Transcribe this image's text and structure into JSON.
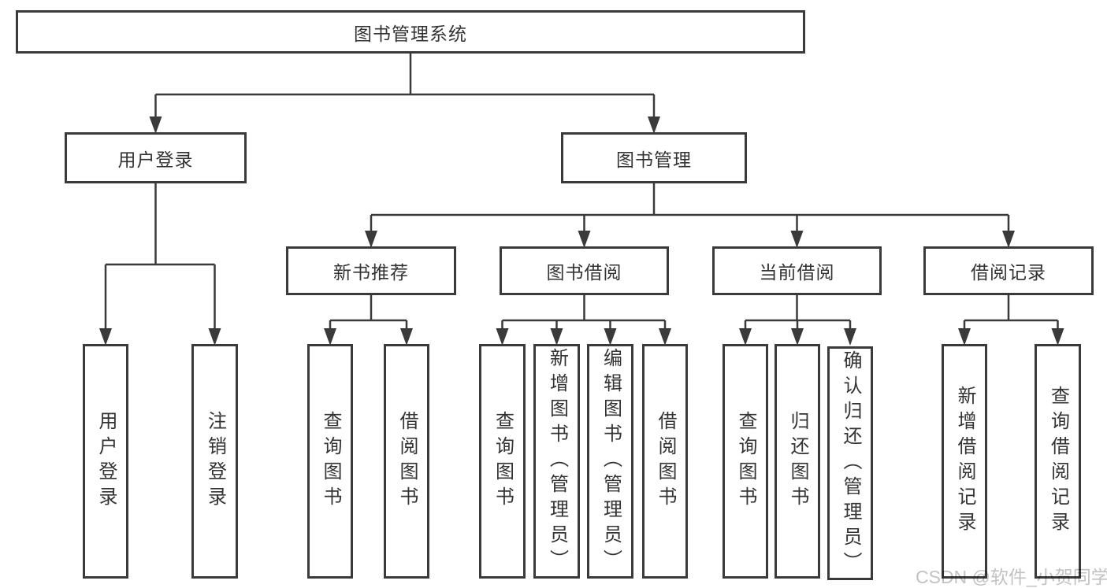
{
  "tree": {
    "root": {
      "label": "图书管理系统"
    },
    "branches": [
      {
        "label": "用户登录",
        "children": [
          {
            "label": "用户登录"
          },
          {
            "label": "注销登录"
          }
        ]
      },
      {
        "label": "图书管理",
        "sections": [
          {
            "label": "新书推荐",
            "children": [
              {
                "label": "查询图书"
              },
              {
                "label": "借阅图书"
              }
            ]
          },
          {
            "label": "图书借阅",
            "children": [
              {
                "label": "查询图书"
              },
              {
                "label": "新增图书（管理员）"
              },
              {
                "label": "编辑图书（管理员）"
              },
              {
                "label": "借阅图书"
              }
            ]
          },
          {
            "label": "当前借阅",
            "children": [
              {
                "label": "查询图书"
              },
              {
                "label": "归还图书"
              },
              {
                "label": "确认归还（管理员）"
              }
            ]
          },
          {
            "label": "借阅记录",
            "children": [
              {
                "label": "新增借阅记录"
              },
              {
                "label": "查询借阅记录"
              }
            ]
          }
        ]
      }
    ]
  },
  "watermark": {
    "text": "CSDN @软件_小贺同学",
    "color": "#c2c2c2"
  },
  "colors": {
    "line": "#3a3a3a",
    "box_border": "#3a3a3a",
    "text": "#333333",
    "background": "#ffffff"
  }
}
